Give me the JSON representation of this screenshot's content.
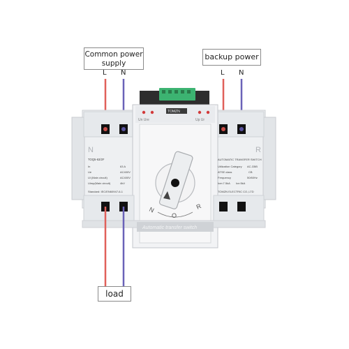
{
  "labels": {
    "common_power": "Common power supply",
    "backup_power": "backup power",
    "load": "load",
    "terminal_L": "L",
    "terminal_N": "N"
  },
  "device": {
    "brand": "TOMZN",
    "left_side_mark": "N",
    "right_side_mark": "R",
    "left_plate": {
      "model": "TOQ5-63/2F",
      "rows": [
        {
          "key": "In",
          "value": "63 A"
        },
        {
          "key": "Ue",
          "value": "AC400V"
        },
        {
          "key": "Ui (Main circuit)",
          "value": "AC400V"
        },
        {
          "key": "Uimp(Main circuit)",
          "value": "4kV"
        }
      ],
      "standard": "Standard: IEC/EN60947-6-1"
    },
    "right_plate": {
      "title": "AUTOMATIC TRANSFER SWITCH",
      "rows": [
        {
          "key": "Utilization Category",
          "value": "AC-33iB"
        },
        {
          "key": "ATSE class",
          "value": "CB"
        },
        {
          "key": "Frequency",
          "value": "50/60Hz"
        },
        {
          "key": "Icm:7.5kA",
          "value": "Icn:5kA"
        }
      ],
      "maker": "TOMZN ELECTRIC CO.,LTD"
    },
    "knob_marks": [
      "N",
      "O",
      "R"
    ],
    "bottom_caption": "Automatic transfer switch",
    "indicator_left": "Un  Ure",
    "indicator_right": "Up  Ur"
  },
  "colors": {
    "wire_live": "#e0605a",
    "wire_neutral": "#6a62b8",
    "terminal_block": "#3cb371",
    "body": "#eef0f2",
    "terminal_hole": "#111111"
  }
}
